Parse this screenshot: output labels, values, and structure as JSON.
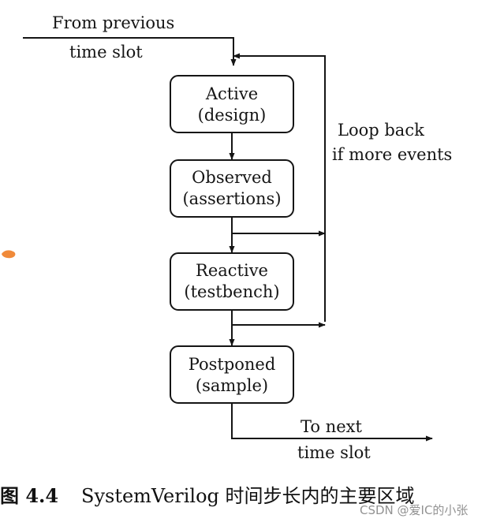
{
  "diagram": {
    "labels": {
      "from_previous_line1": "From previous",
      "from_previous_line2": "time slot",
      "loop_back_line1": "Loop back",
      "loop_back_line2": "if more events",
      "to_next_line1": "To next",
      "to_next_line2": "time slot"
    },
    "boxes": [
      {
        "line1": "Active",
        "line2": "(design)"
      },
      {
        "line1": "Observed",
        "line2": "(assertions)"
      },
      {
        "line1": "Reactive",
        "line2": "(testbench)"
      },
      {
        "line1": "Postponed",
        "line2": "(sample)"
      }
    ]
  },
  "caption": {
    "figure_number": "图 4.4",
    "title": "SystemVerilog 时间步长内的主要区域"
  },
  "watermark": {
    "text": "CSDN @爱IC的小张"
  },
  "colors": {
    "line": "#151515",
    "orange_mark": "#f08a3a"
  }
}
